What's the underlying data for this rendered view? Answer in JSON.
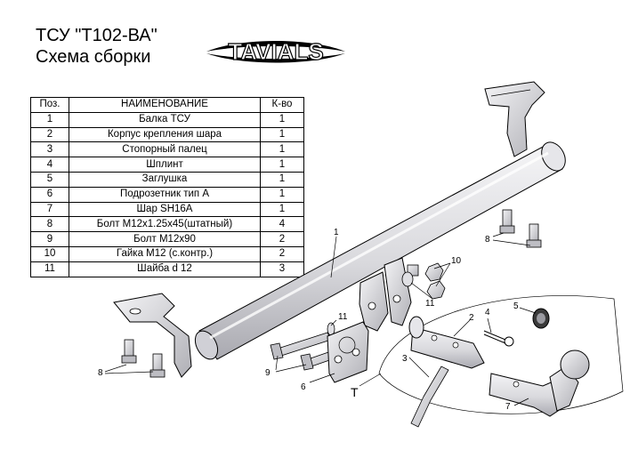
{
  "header": {
    "title": "ТСУ \"Т102-ВА\"",
    "subtitle": "Схема сборки",
    "brand": "TAVIALS"
  },
  "table": {
    "headers": [
      "Поз.",
      "НАИМЕНОВАНИЕ",
      "К-во"
    ],
    "rows": [
      [
        "1",
        "Балка ТСУ",
        "1"
      ],
      [
        "2",
        "Корпус крепления шара",
        "1"
      ],
      [
        "3",
        "Стопорный палец",
        "1"
      ],
      [
        "4",
        "Шплинт",
        "1"
      ],
      [
        "5",
        "Заглушка",
        "1"
      ],
      [
        "6",
        "Подрозетник тип А",
        "1"
      ],
      [
        "7",
        "Шар SH16A",
        "1"
      ],
      [
        "8",
        "Болт M12x1.25x45(штатный)",
        "4"
      ],
      [
        "9",
        "Болт М12х90",
        "2"
      ],
      [
        "10",
        "Гайка М12 (с.контр.)",
        "2"
      ],
      [
        "11",
        "Шайба d 12",
        "3"
      ]
    ]
  },
  "callouts": {
    "p1": "1",
    "p2": "2",
    "p3": "3",
    "p4": "4",
    "p5": "5",
    "p6": "6",
    "p7": "7",
    "p8a": "8",
    "p8b": "8",
    "p9": "9",
    "p10": "10",
    "p11a": "11",
    "p11b": "11",
    "detail": "T"
  },
  "colors": {
    "line": "#000000",
    "metal": "#d9d9dd",
    "metal_shadow": "#a9a9b0",
    "highlight": "#f4f4f6"
  }
}
